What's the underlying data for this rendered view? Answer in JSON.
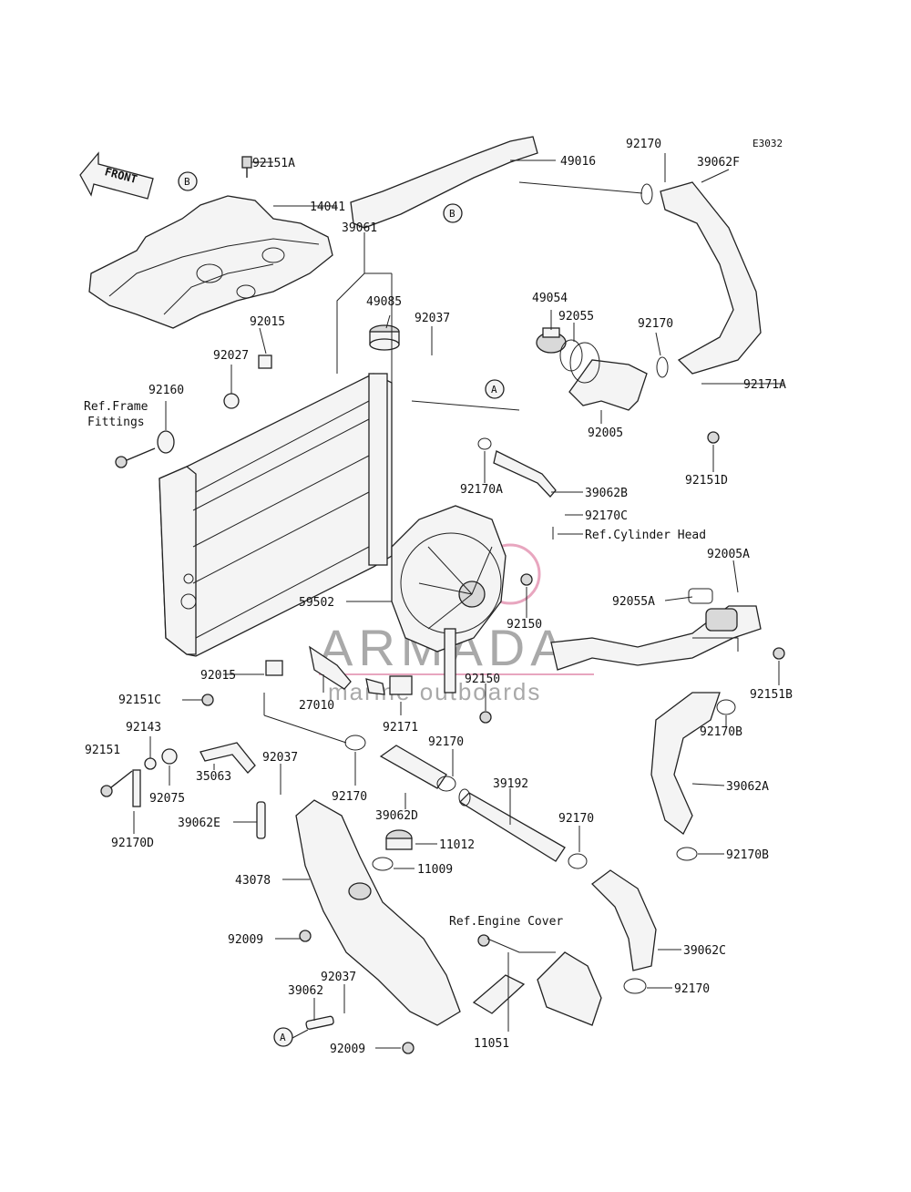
{
  "diagram_code": "E3032",
  "front_label": "FRONT",
  "watermark": {
    "name": "ARMADA",
    "tagline": "marine outboards",
    "accent": "#e8a6bf"
  },
  "callout_letters": {
    "a": "A",
    "b": "B"
  },
  "labels": {
    "p92151A": "92151A",
    "p14041": "14041",
    "p49016": "49016",
    "p92170_top": "92170",
    "p39062F": "39062F",
    "p39061": "39061",
    "p49085": "49085",
    "p92037_top": "92037",
    "p92015_top": "92015",
    "p92027": "92027",
    "p92160": "92160",
    "ref_frame_1": "Ref.Frame",
    "ref_frame_2": "Fittings",
    "p49054": "49054",
    "p92055": "92055",
    "p92170_mid": "92170",
    "p92171A": "92171A",
    "p92005": "92005",
    "p92151D": "92151D",
    "p92170A": "92170A",
    "p39062B": "39062B",
    "p92170C": "92170C",
    "ref_cyl": "Ref.Cylinder Head",
    "p92005A": "92005A",
    "p92055A": "92055A",
    "p59502": "59502",
    "p92150_a": "92150",
    "p92150_b": "92150",
    "p92151B": "92151B",
    "p92015_low": "92015",
    "p27010": "27010",
    "p92171": "92171",
    "p92151C": "92151C",
    "p92143": "92143",
    "p92151": "92151",
    "p92075": "92075",
    "p35063": "35063",
    "p92037_mid": "92037",
    "p92170_low": "92170",
    "p92170_low2": "92170",
    "p92170B_a": "92170B",
    "p39062A": "39062A",
    "p92170D": "92170D",
    "p39062E": "39062E",
    "p39062D": "39062D",
    "p39192": "39192",
    "p92170_r": "92170",
    "p11012": "11012",
    "p11009": "11009",
    "p92170B_b": "92170B",
    "p43078": "43078",
    "ref_engine": "Ref.Engine Cover",
    "p92009_a": "92009",
    "p39062C": "39062C",
    "p92037_bot": "92037",
    "p39062": "39062",
    "p92170_bot": "92170",
    "p92009_b": "92009",
    "p11051": "11051"
  }
}
